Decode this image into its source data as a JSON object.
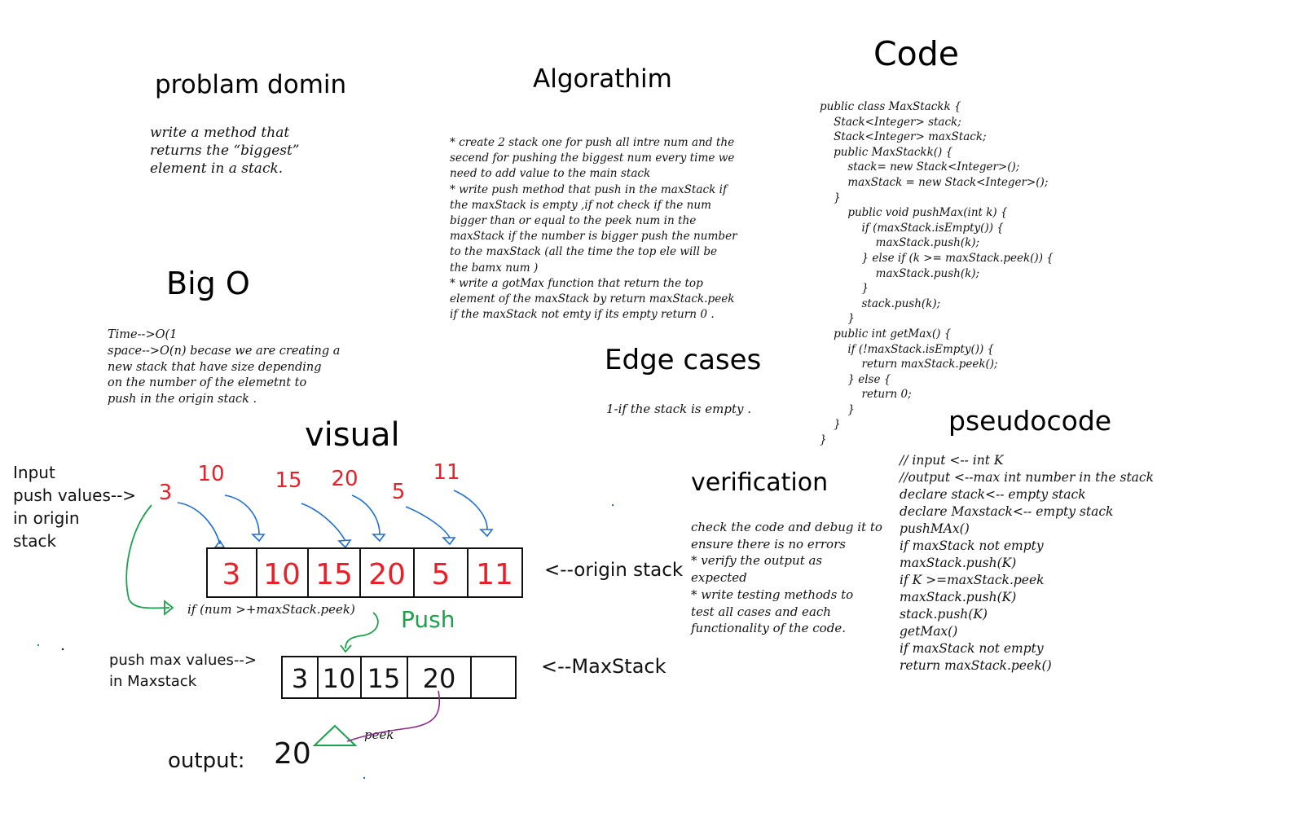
{
  "sections": {
    "problem": {
      "title": "problam domin",
      "body": "write a method that\nreturns the “biggest”\nelement in a stack."
    },
    "algorithm": {
      "title": "Algorathim",
      "body": "* create 2 stack one for push all intre num and the\nsecend for pushing the biggest num every time we\nneed to add value to the main stack\n* write push method that push in the maxStack if\nthe maxStack is empty ,if not check if the num\nbigger than or equal to the peek num in the\nmaxStack if the number is bigger push the number\nto the maxStack (all the time the top ele will be\nthe bamx num )\n* write a gotMax function that return the top\nelement of the maxStack by return  maxStack.peek\nif the maxStack not emty if its empty return 0 ."
    },
    "code": {
      "title": "Code",
      "body": "public class MaxStackk {\n    Stack<Integer> stack;\n    Stack<Integer> maxStack;\n    public MaxStackk() {\n        stack= new Stack<Integer>();\n        maxStack = new Stack<Integer>();\n    }\n        public void pushMax(int k) {\n            if (maxStack.isEmpty()) {\n                maxStack.push(k);\n            } else if (k >= maxStack.peek()) {\n                maxStack.push(k);\n            }\n            stack.push(k);\n        }\n    public int getMax() {\n        if (!maxStack.isEmpty()) {\n            return maxStack.peek();\n        } else {\n            return 0;\n        }\n    }\n}"
    },
    "bigo": {
      "title": "Big O",
      "body": "Time-->O(1\nspace-->O(n) becase we are creating a\nnew stack that have  size depending\non the number of the elemetnt to\npush in the origin stack ."
    },
    "edge": {
      "title": "Edge cases",
      "body": "1-if the stack is empty ."
    },
    "visual": {
      "title": "visual"
    },
    "verification": {
      "title": "verification",
      "body": " check the code and debug it to\nensure there is no errors\n* verify the output as\nexpected\n* write testing methods to\ntest all cases and each\nfunctionality of the code."
    },
    "pseudocode": {
      "title": "pseudocode",
      "body": " // input <-- int K\n//output <--max int number in the stack\ndeclare stack<-- empty stack\ndeclare Maxstack<-- empty stack\npushMAx()\nif maxStack not empty\nmaxStack.push(K)\nif K >=maxStack.peek\nmaxStack.push(K)\nstack.push(K)\ngetMax()\nif  maxStack not empty\nreturn maxStack.peek()"
    }
  },
  "visual_diagram": {
    "input_label": "Input\npush values-->\n in origin\n stack",
    "input_values": [
      "3",
      "10",
      "15",
      "20",
      "5",
      "11"
    ],
    "origin_stack_values": [
      "3",
      "10",
      "15",
      "20",
      "5",
      "11"
    ],
    "origin_stack_label": "<--origin stack",
    "condition_label": "if (num >+maxStack.peek)",
    "push_label": "Push",
    "max_stack_caption": "push max values-->\n in Maxstack",
    "max_stack_values": [
      "3",
      "10",
      "15",
      "20",
      ""
    ],
    "max_stack_label": "<--MaxStack",
    "peek_label": "peek",
    "output_label": "output:",
    "output_value": "20"
  },
  "colors": {
    "ink": "#111111",
    "red": "#e8202a",
    "blue": "#1f6fd0",
    "green": "#1aa34a",
    "purple": "#8a2c8c"
  }
}
